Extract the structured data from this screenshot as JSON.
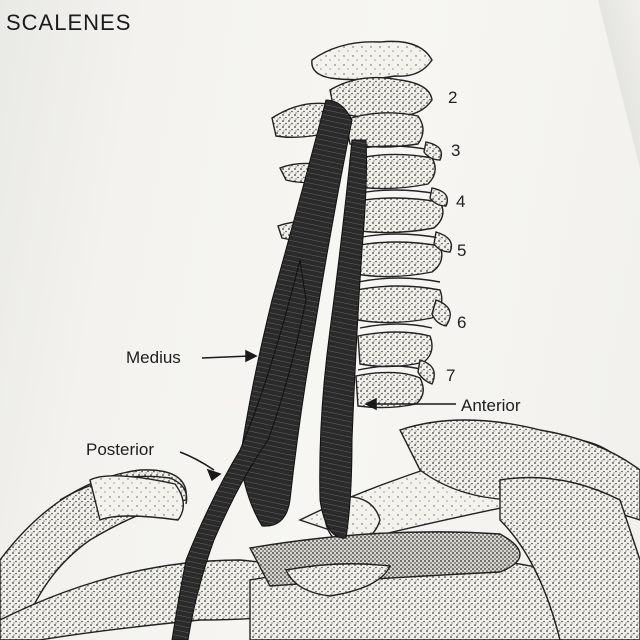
{
  "title": "SCALENES",
  "vertebrae": [
    "2",
    "3",
    "4",
    "5",
    "6",
    "7"
  ],
  "labels": {
    "medius": "Medius",
    "anterior": "Anterior",
    "posterior": "Posterior"
  },
  "colors": {
    "paper": "#f4f3ef",
    "ink": "#1e1e1e",
    "stipple": "#3a3a3a"
  }
}
